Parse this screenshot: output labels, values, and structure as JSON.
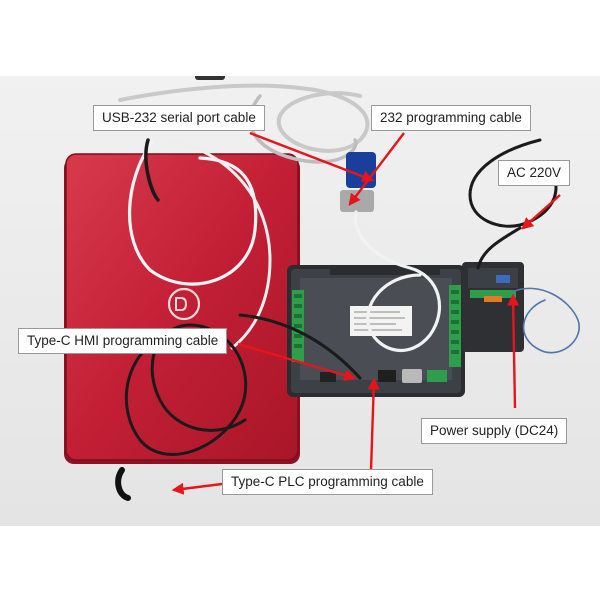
{
  "labels": {
    "usb232": "USB-232 serial port cable",
    "prog232": "232 programming cable",
    "ac220": "AC 220V",
    "hmi_cable": "Type-C HMI programming cable",
    "power": "Power supply (DC24)",
    "plc_cable": "Type-C PLC programming cable"
  },
  "colors": {
    "laptop": "#c8233a",
    "arrow": "#e8141c",
    "panel": "#3b3e44",
    "terminal": "#2f9e4b",
    "cable_grey": "#c9c9c9",
    "cable_white": "#f4f4f4",
    "serial_blue": "#1a3f9b"
  }
}
